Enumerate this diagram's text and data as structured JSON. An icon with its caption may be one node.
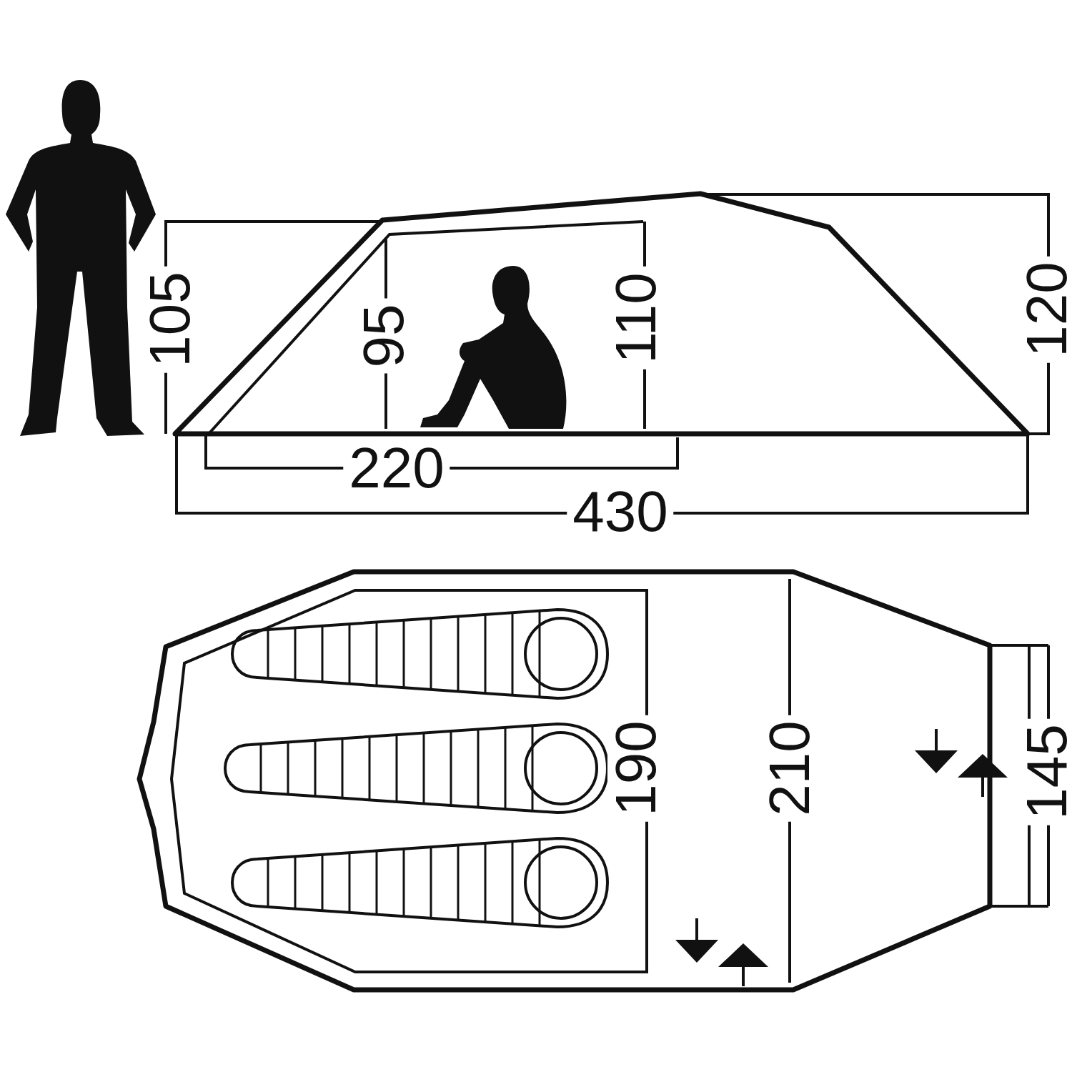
{
  "diagram": {
    "labels": [
      "105",
      "95",
      "110",
      "120",
      "220",
      "430",
      "190",
      "210",
      "145"
    ]
  }
}
